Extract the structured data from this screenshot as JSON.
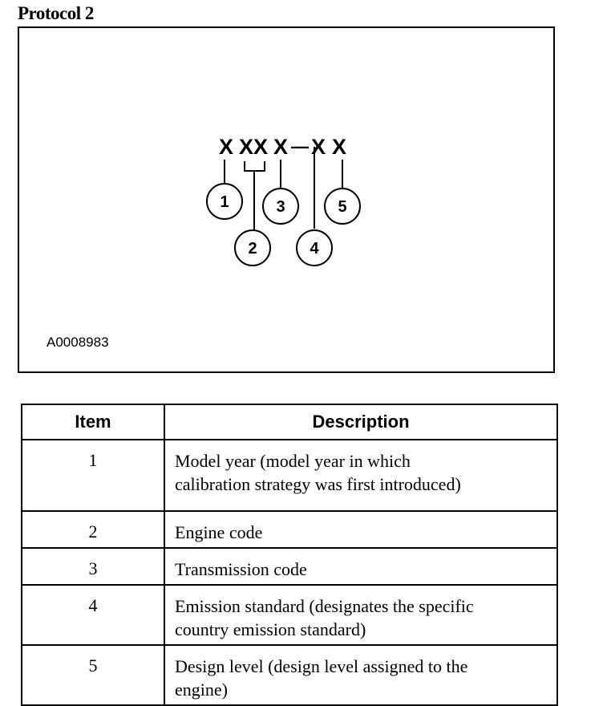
{
  "title": "Protocol 2",
  "figure": {
    "code_glyphs": [
      "X",
      "XX",
      "X",
      "—",
      "X",
      "X"
    ],
    "callouts": [
      "1",
      "2",
      "3",
      "4",
      "5"
    ],
    "figure_id": "A0008983"
  },
  "table": {
    "headers": {
      "item": "Item",
      "description": "Description"
    },
    "rows": [
      {
        "item": "1",
        "description_lines": [
          "Model year (model year in which",
          "calibration strategy was first introduced)"
        ]
      },
      {
        "item": "2",
        "description_lines": [
          "Engine code"
        ]
      },
      {
        "item": "3",
        "description_lines": [
          "Transmission code"
        ]
      },
      {
        "item": "4",
        "description_lines": [
          "Emission standard (designates the specific",
          "country emission standard)"
        ]
      },
      {
        "item": "5",
        "description_lines": [
          "Design level (design level assigned to the",
          "engine)"
        ]
      }
    ]
  }
}
